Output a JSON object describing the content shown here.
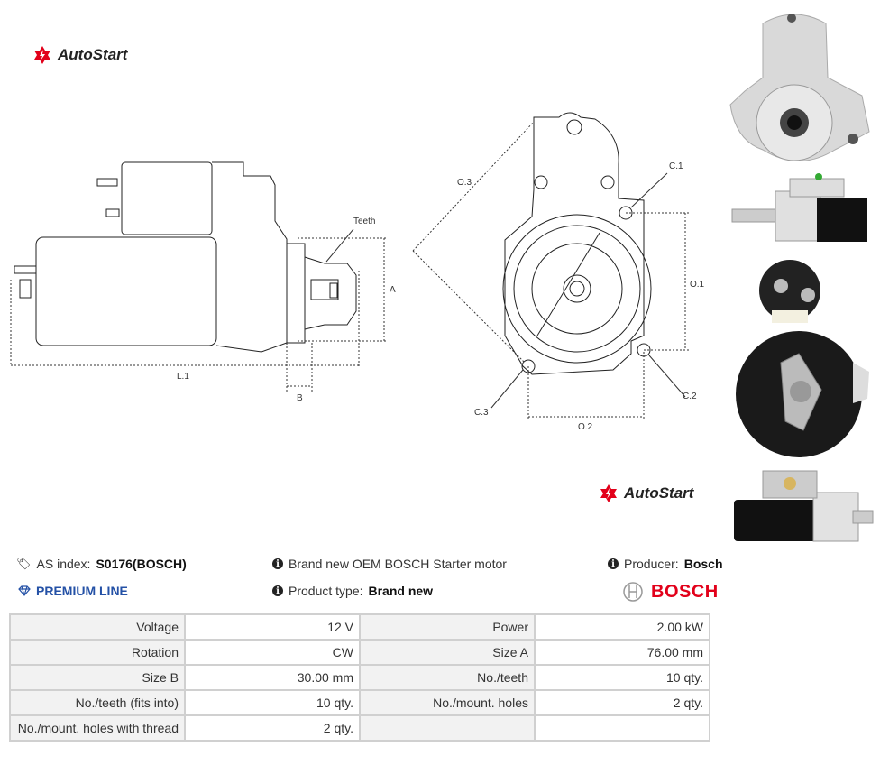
{
  "brand": {
    "logo_text": "AutoStart",
    "producer_brand": "BOSCH"
  },
  "drawing": {
    "side_labels": {
      "teeth": "Teeth",
      "a": "A",
      "l1": "L.1",
      "b": "B"
    },
    "front_labels": {
      "o3": "O.3",
      "c1": "C.1",
      "o1": "O.1",
      "c2": "C.2",
      "c3": "C.3",
      "o2": "O.2"
    }
  },
  "info": {
    "as_index_label": "AS index:",
    "as_index_value": "S0176(BOSCH)",
    "premium_line": "PREMIUM LINE",
    "description": "Brand new OEM BOSCH Starter motor",
    "product_type_label": "Product type:",
    "product_type_value": "Brand new",
    "producer_label": "Producer:",
    "producer_value": "Bosch"
  },
  "specs": {
    "rows": [
      {
        "l1": "Voltage",
        "v1": "12 V",
        "l2": "Power",
        "v2": "2.00 kW"
      },
      {
        "l1": "Rotation",
        "v1": "CW",
        "l2": "Size A",
        "v2": "76.00 mm"
      },
      {
        "l1": "Size B",
        "v1": "30.00 mm",
        "l2": "No./teeth",
        "v2": "10 qty."
      },
      {
        "l1": "No./teeth (fits into)",
        "v1": "10 qty.",
        "l2": "No./mount. holes",
        "v2": "2 qty."
      },
      {
        "l1": "No./mount. holes with thread",
        "v1": "2 qty.",
        "l2": "",
        "v2": ""
      }
    ]
  },
  "colors": {
    "brand_red": "#e2001a",
    "premium_blue": "#2451a6"
  }
}
